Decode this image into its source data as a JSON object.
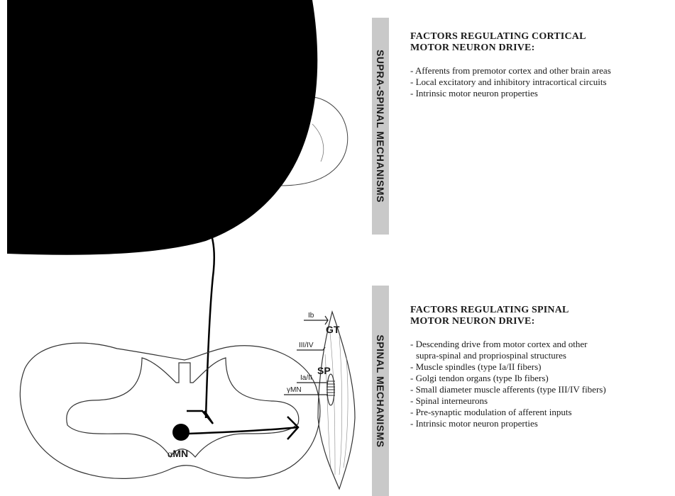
{
  "supraspinal": {
    "bar_label": "SUPRA-SPINAL MECHANISMS",
    "title_line1": "FACTORS REGULATING CORTICAL",
    "title_line2": "MOTOR NEURON DRIVE:",
    "items": [
      "- Afferents from premotor cortex and other brain areas",
      "- Local excitatory and inhibitory intracortical circuits",
      "- Intrinsic motor neuron properties"
    ]
  },
  "spinal": {
    "bar_label": "SPINAL MECHANISMS",
    "title_line1": "FACTORS REGULATING SPINAL",
    "title_line2": "MOTOR NEURON DRIVE:",
    "items": [
      "- Descending drive from motor cortex and other",
      "supra-spinal and propriospinal structures",
      "- Muscle spindles (type Ia/II fibers)",
      "- Golgi tendon organs (type Ib fibers)",
      "- Small diameter muscle afferents (type III/IV fibers)",
      "- Spinal interneurons",
      "- Pre-synaptic modulation of afferent inputs",
      "- Intrinsic motor neuron properties"
    ]
  },
  "diagram_labels": {
    "ib": "Ib",
    "gt": "GT",
    "iii_iv": "III/IV",
    "ia_ii": "Ia/II",
    "sp": "SP",
    "gamma_mn": "γMN",
    "alpha": "α",
    "mn": "MN"
  },
  "colors": {
    "bar": "#c9c9c9",
    "ink": "#1a1a1a"
  }
}
